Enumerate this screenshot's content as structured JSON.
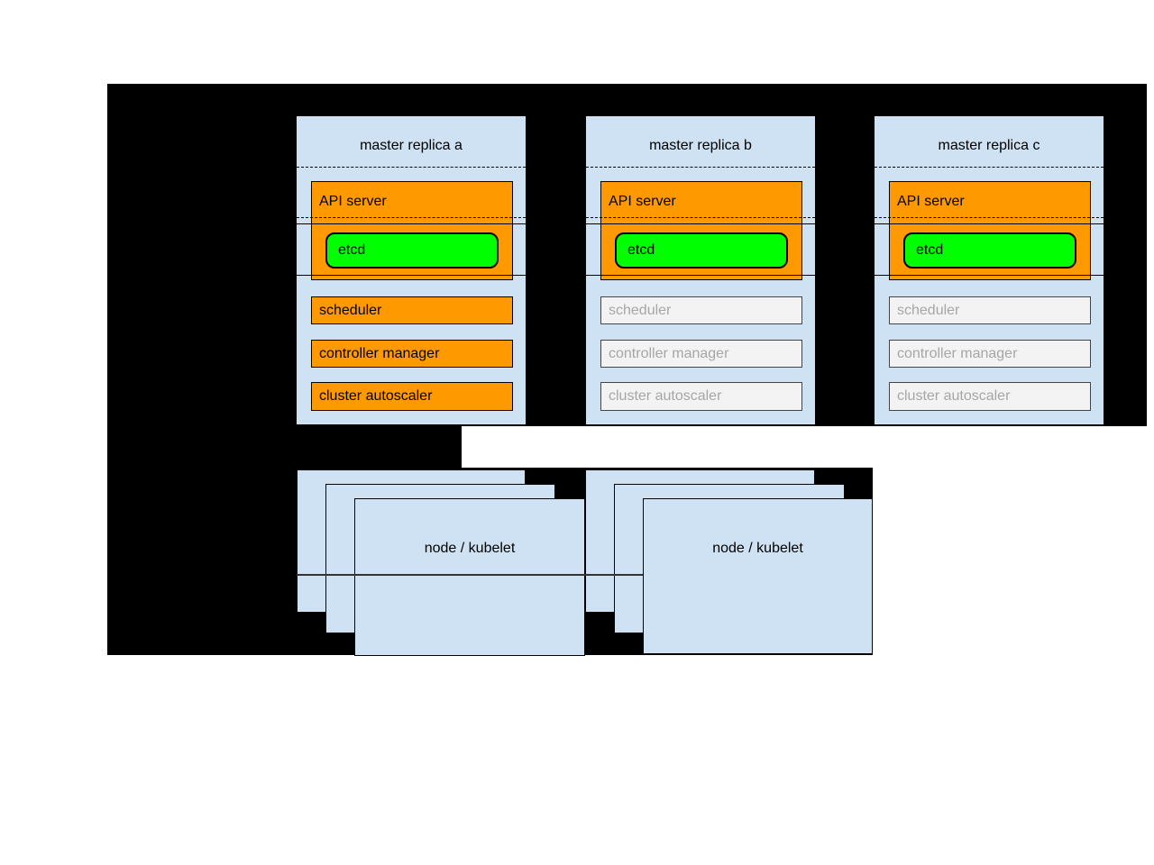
{
  "colors": {
    "black": "#000000",
    "panel-blue": "#cfe2f3",
    "orange": "#ff9900",
    "green": "#00ff00",
    "inactive-fill": "#f3f3f3",
    "inactive-text": "#a6a6a6"
  },
  "replicas": [
    {
      "title": "master replica a",
      "api_server": "API server",
      "etcd": "etcd",
      "scheduler": "scheduler",
      "controller_manager": "controller manager",
      "cluster_autoscaler": "cluster autoscaler"
    },
    {
      "title": "master replica b",
      "api_server": "API server",
      "etcd": "etcd",
      "scheduler": "scheduler",
      "controller_manager": "controller manager",
      "cluster_autoscaler": "cluster autoscaler"
    },
    {
      "title": "master replica c",
      "api_server": "API server",
      "etcd": "etcd",
      "scheduler": "scheduler",
      "controller_manager": "controller manager",
      "cluster_autoscaler": "cluster autoscaler"
    }
  ],
  "nodes": [
    {
      "label": "node / kubelet"
    },
    {
      "label": "node / kubelet"
    }
  ]
}
